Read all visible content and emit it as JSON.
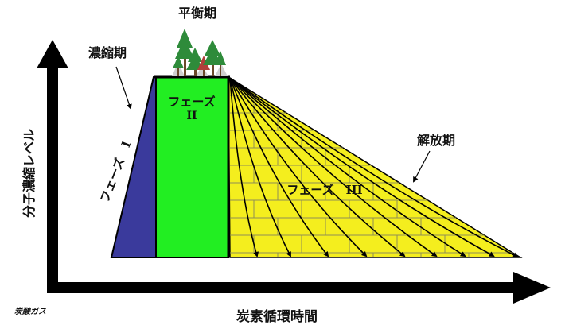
{
  "labels": {
    "equilibrium": "平衡期",
    "concentration": "濃縮期",
    "release": "解放期",
    "phase1": "フェーズ　I",
    "phase2_line1": "フェーズ",
    "phase2_line2": "II",
    "phase3": "フェーズ　III",
    "y_axis": "分子濃縮レベル",
    "x_axis": "炭素循環時間",
    "origin": "炭酸ガス"
  },
  "colors": {
    "phase1": "#3a3a9c",
    "phase2": "#22ee22",
    "phase3": "#f4ee1e",
    "axis": "#000000",
    "tree": "#2e8b3a",
    "tree_red": "#b0403a"
  },
  "icons": {
    "trees": "forest-icon"
  }
}
